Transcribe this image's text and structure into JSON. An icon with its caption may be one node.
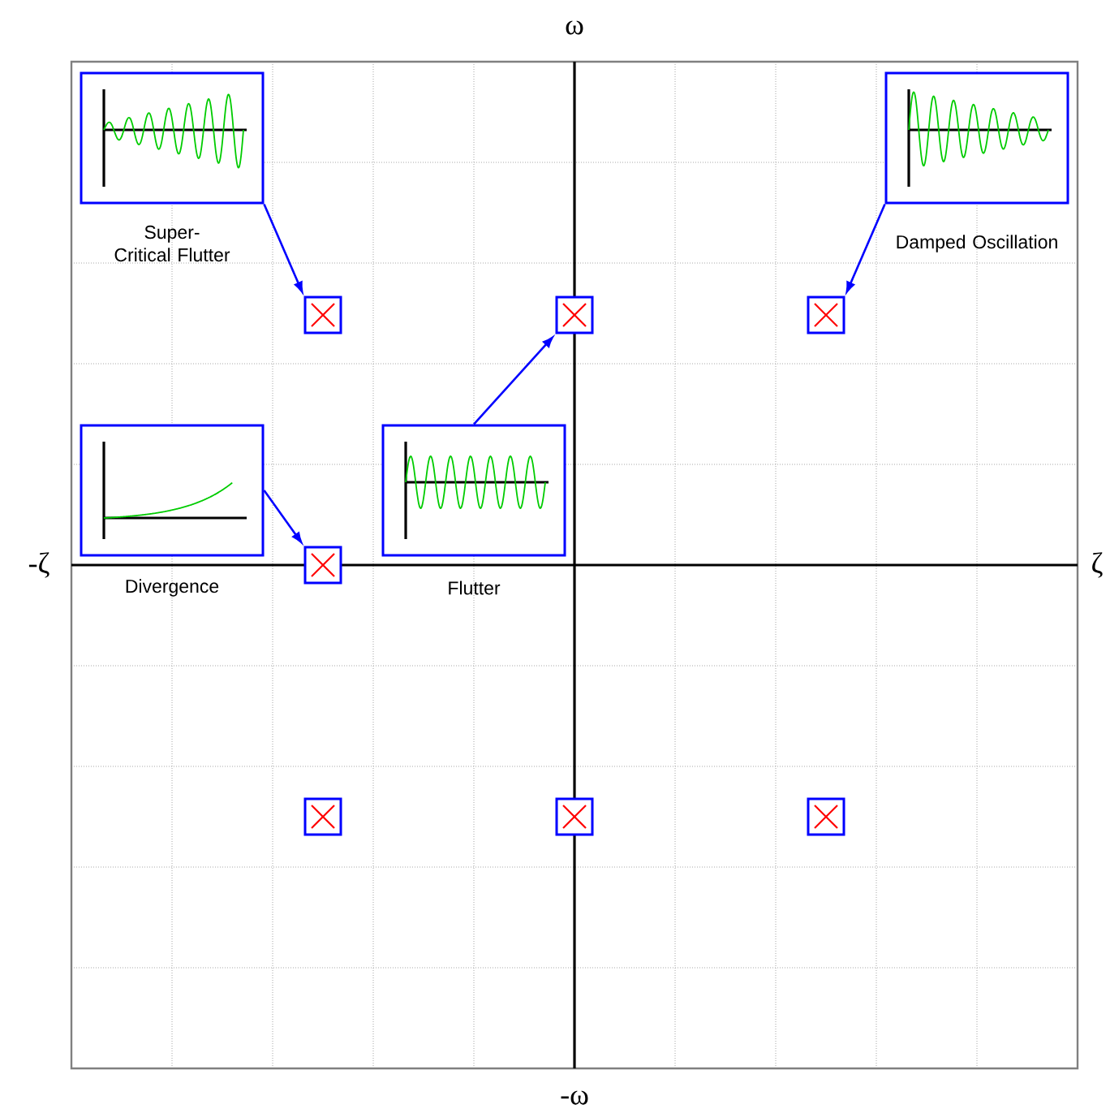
{
  "diagram": {
    "nodes": [
      {
        "text": [
          "Super-Critical Flutter"
        ]
      },
      {
        "text": [
          "Damped Oscillation"
        ]
      },
      {
        "text": [
          "Divergence"
        ]
      },
      {
        "text": [
          "Flutter"
        ]
      },
      {
        "text": [],
        "shape": "box"
      },
      {
        "text": [],
        "shape": "box"
      },
      {
        "text": [],
        "shape": "box"
      },
      {
        "text": [],
        "shape": "box"
      },
      {
        "text": [],
        "shape": "box"
      },
      {
        "text": [],
        "shape": "box"
      },
      {
        "text": [],
        "shape": "box"
      }
    ],
    "edges": [
      {
        "from": 0,
        "to": 4,
        "arrow": "to"
      },
      {
        "from": 1,
        "to": 6,
        "arrow": "to"
      },
      {
        "from": 2,
        "to": 7,
        "arrow": "to"
      },
      {
        "from": 3,
        "to": 5,
        "arrow": "to"
      }
    ],
    "labels": [
      "ω",
      "-ζ",
      "ζ",
      "-ω"
    ]
  }
}
